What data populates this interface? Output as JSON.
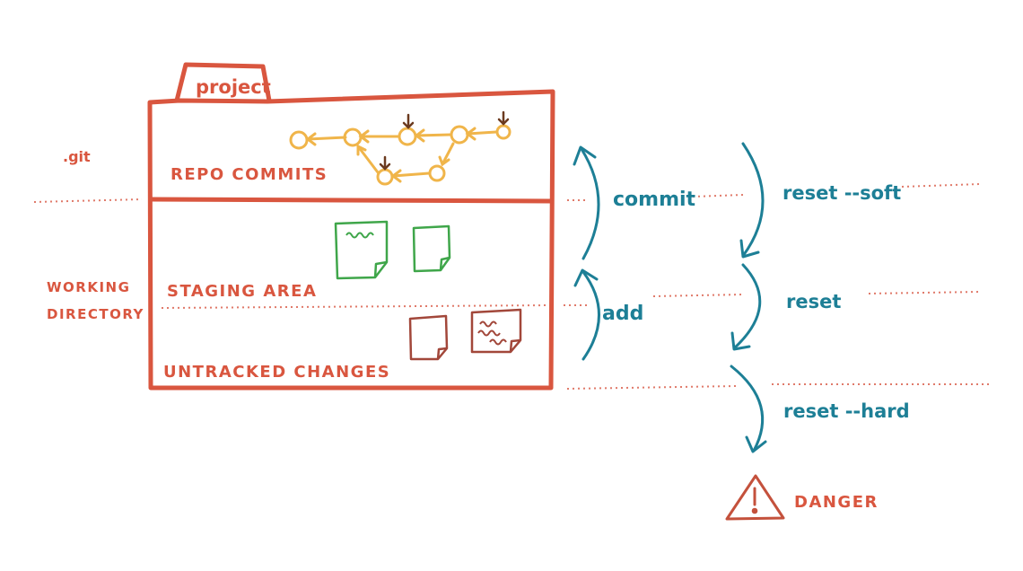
{
  "folder": {
    "tab_label": "project"
  },
  "sections": {
    "repo_commits": "REPO COMMITS",
    "staging_area": "STAGING AREA",
    "untracked_changes": "UNTRACKED CHANGES"
  },
  "side_labels": {
    "git": ".git",
    "working_line1": "WORKING",
    "working_line2": "DIRECTORY"
  },
  "actions": {
    "commit": "commit",
    "add": "add"
  },
  "resets": {
    "soft": "reset --soft",
    "mixed": "reset",
    "hard": "reset --hard"
  },
  "warning": {
    "label": "DANGER",
    "icon": "warning-triangle-icon"
  },
  "colors": {
    "folder": "#d9563f",
    "commits": "#f0b54a",
    "head_marker": "#6b3a1f",
    "staged_file": "#3fa64a",
    "untracked_file": "#a2473a",
    "reset_arrows": "#1d7f96",
    "dotted_lines": "#e07a6a"
  }
}
